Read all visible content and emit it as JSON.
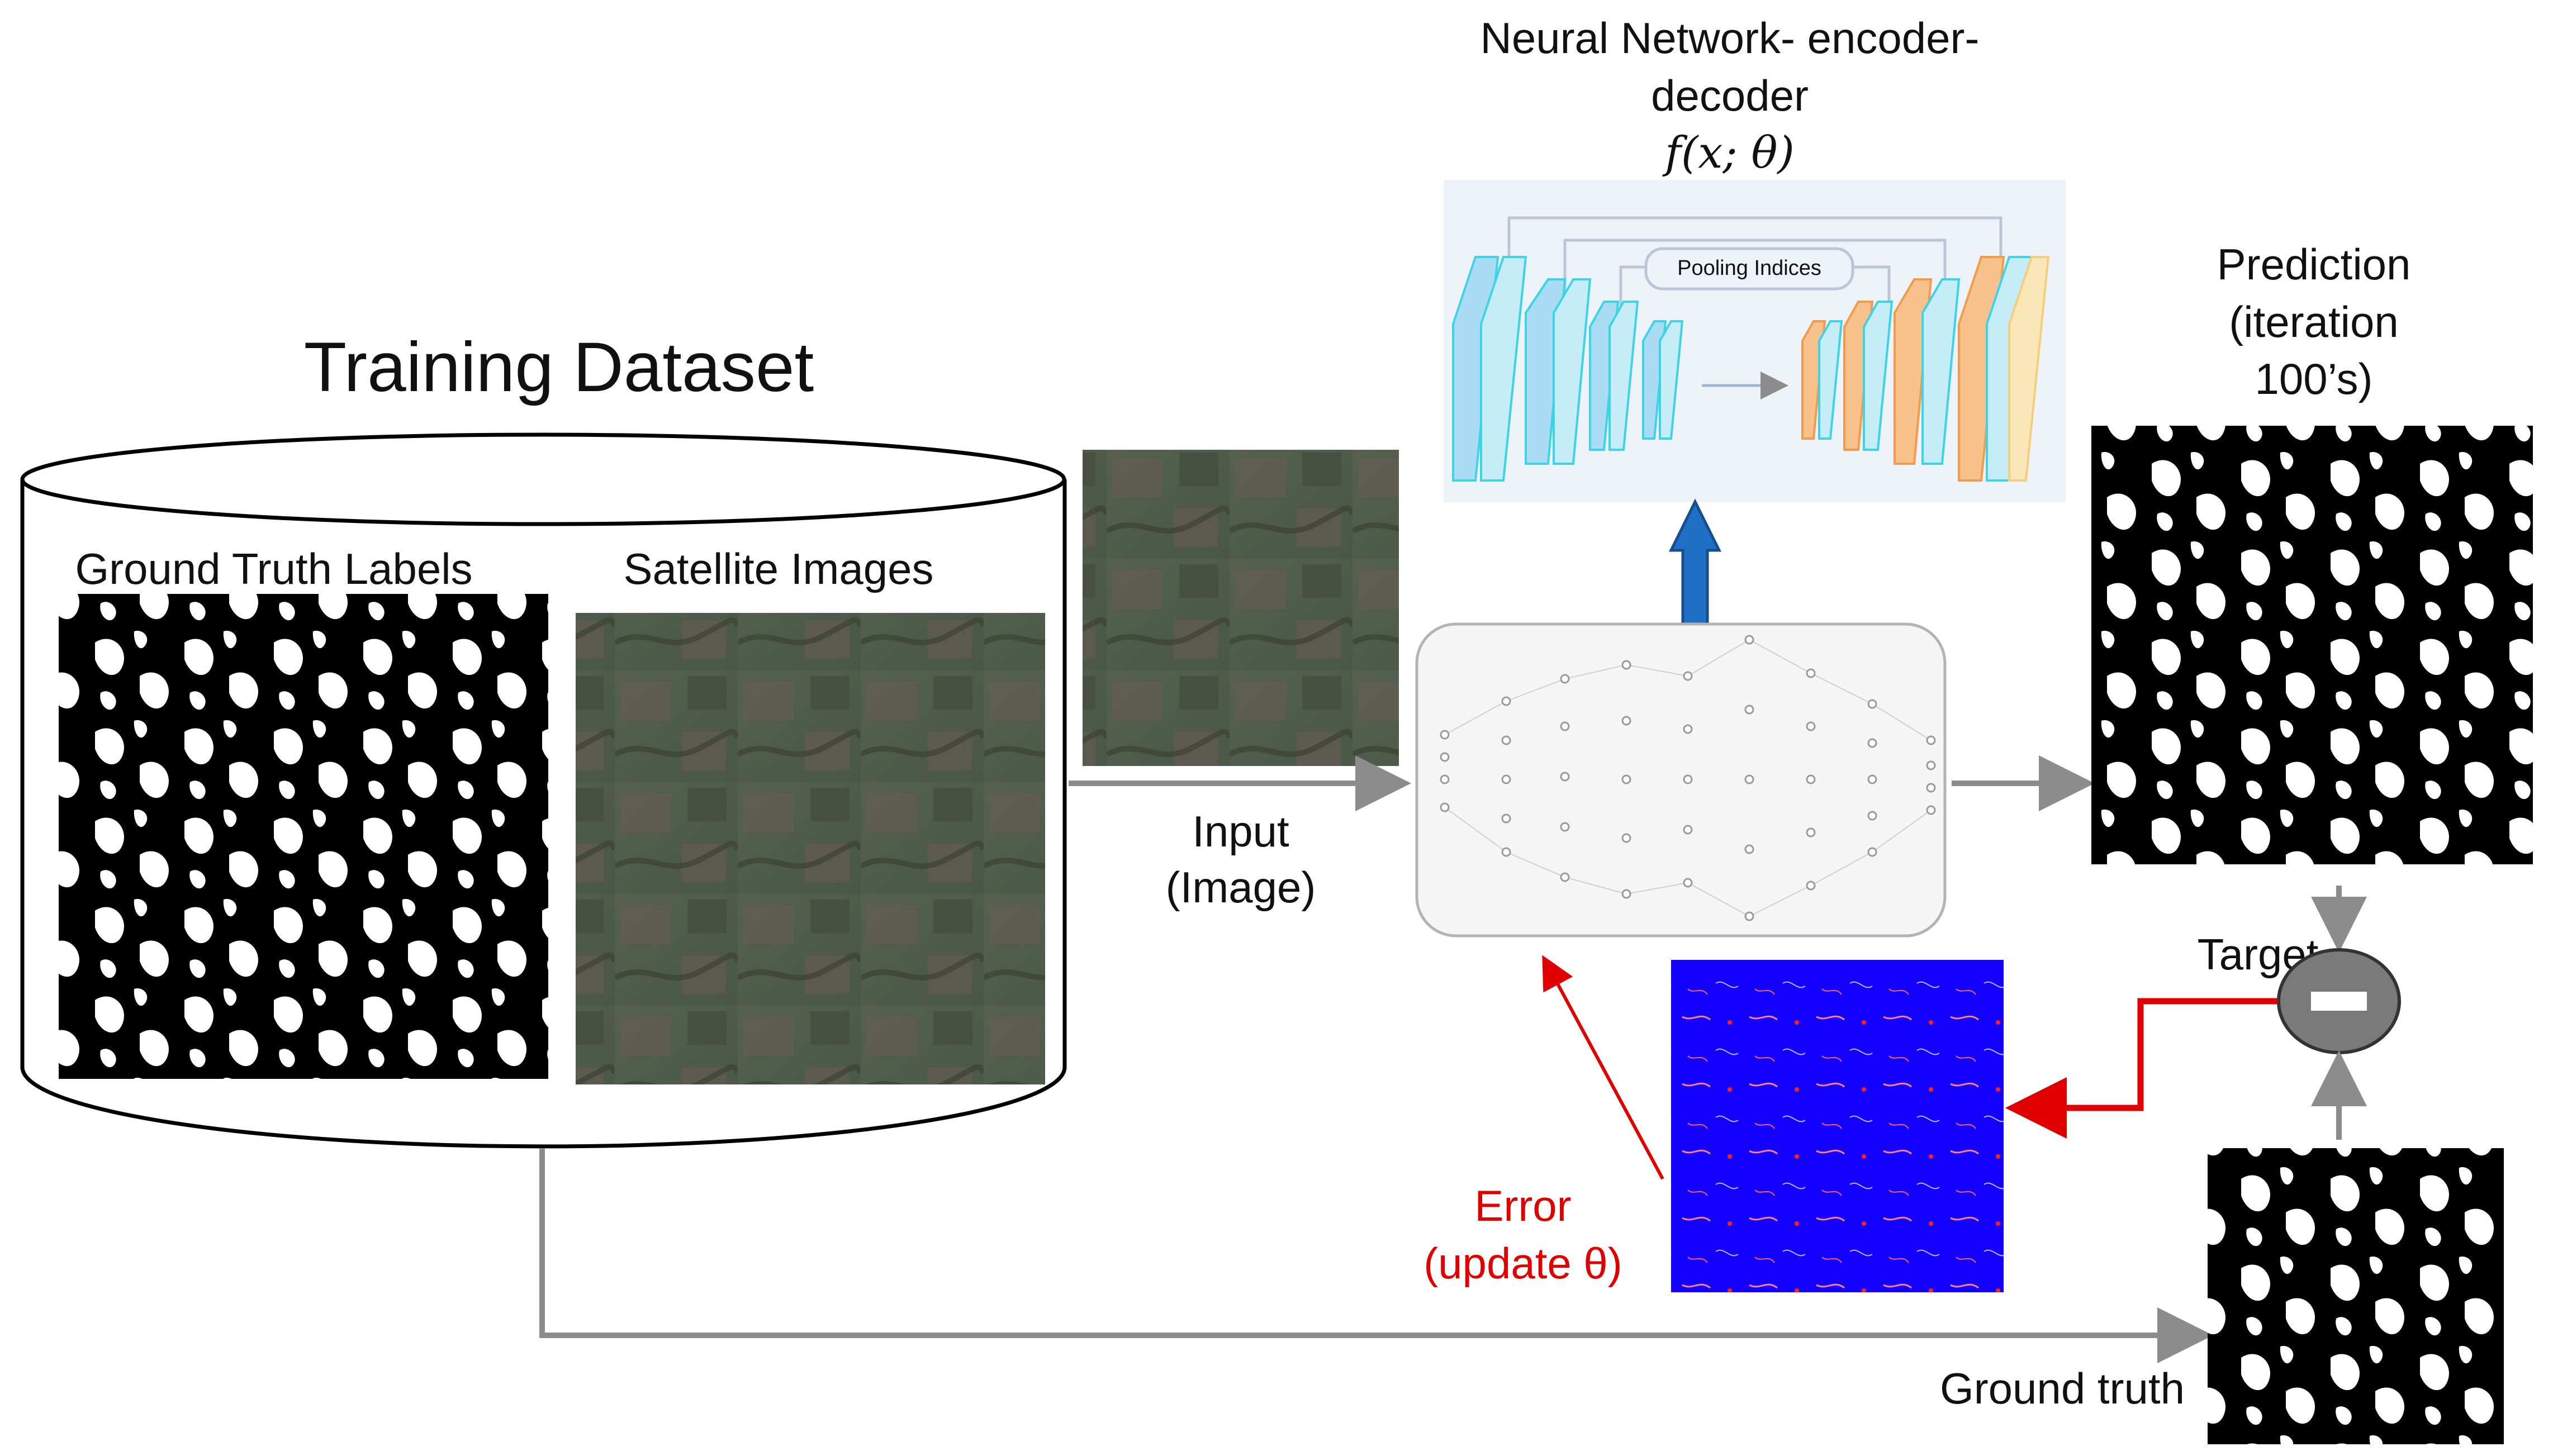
{
  "title": "Training Dataset",
  "labels": {
    "ground_truth_labels": "Ground Truth Labels",
    "satellite_images": "Satellite Images",
    "nn_title_line1": "Neural Network- encoder-",
    "nn_title_line2": "decoder",
    "nn_function": "f(x; θ)",
    "pooling_indices": "Pooling Indices",
    "input_line1": "Input",
    "input_line2": "(Image)",
    "prediction_line1": "Prediction",
    "prediction_line2": "(iteration",
    "prediction_line3": "100’s)",
    "target": "Target",
    "error_line1": "Error",
    "error_line2": "(update θ)",
    "ground_truth": "Ground truth"
  },
  "colors": {
    "arrow_gray": "#8c8c8c",
    "error_red": "#e00000",
    "up_arrow_blue": "#1f6fc5",
    "error_map_blue": "#1400ff",
    "satellite_tint": "#4f5a48",
    "encoder_cyan": "#3fd3e8",
    "decoder_orange": "#f39b4c",
    "minus_node_gray": "#7a7a7a"
  }
}
